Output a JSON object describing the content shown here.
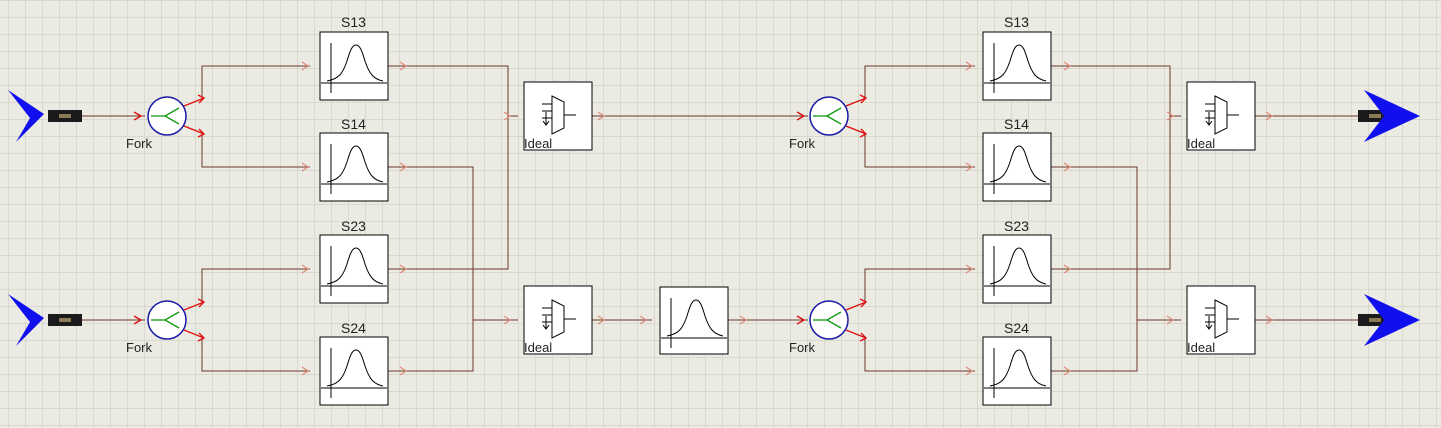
{
  "diagram": {
    "block_titles": {
      "s13_a": "S13",
      "s14_a": "S14",
      "s23_a": "S23",
      "s24_a": "S24",
      "s13_b": "S13",
      "s14_b": "S14",
      "s23_b": "S23",
      "s24_b": "S24"
    },
    "fork_labels": {
      "fork1": "Fork",
      "fork2": "Fork",
      "fork3": "Fork",
      "fork4": "Fork"
    },
    "mux_labels": {
      "mux1": "Ideal",
      "mux2": "Ideal",
      "mux3": "Ideal",
      "mux4": "Ideal"
    }
  },
  "colors": {
    "wire": "#6b3a2a",
    "port_arrow_in": "#e08a78",
    "fork_arrow": "#dd1111",
    "fork_circle": "#1a1aa8",
    "fork_split": "#119911",
    "endpoint": "#1010ee"
  }
}
